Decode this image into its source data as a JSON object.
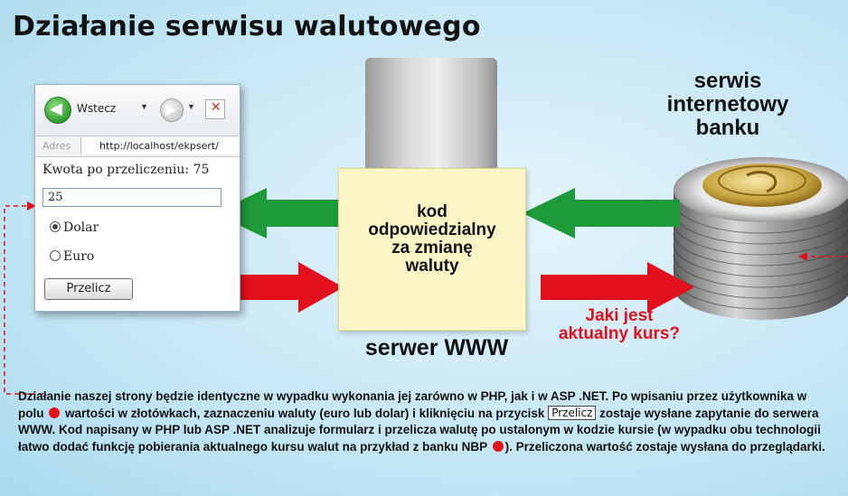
{
  "title": "Działanie serwisu walutowego",
  "colors": {
    "accent_red": "#e2101c",
    "arrow_green": "#1f9a3a",
    "code_box": "#fcf6c6",
    "background": "#bfe4f3"
  },
  "browser": {
    "back_label": "Wstecz",
    "address_label": "Adres",
    "address_value": "http://localhost/ekpsert/",
    "result_text": "Kwota po przeliczeniu: 75",
    "amount_value": "25",
    "radio_dollar": "Dolar",
    "radio_euro": "Euro",
    "convert_button": "Przelicz"
  },
  "server": {
    "code_lines": [
      "kod",
      "odpowiedzialny",
      "za zmianę",
      "waluty"
    ],
    "label": "serwer WWW"
  },
  "bank": {
    "label_lines": [
      "serwis",
      "internetowy",
      "banku"
    ]
  },
  "question_lines": [
    "Jaki jest",
    "aktualny kurs?"
  ],
  "description": {
    "part1": "Działanie naszej strony będzie identyczne w wypadku wykonania jej zarówno w PHP, jak i w ASP .NET. Po wpisaniu przez użytkownika w polu",
    "part2": "wartości w złotówkach, zaznaczeniu waluty (euro lub dolar) i kliknięciu na przycisk",
    "button": "Przelicz",
    "part3": "zostaje wysłane zapytanie do serwera WWW. Kod napisany w PHP lub ASP .NET analizuje formularz i przelicza walutę po ustalonym w kodzie kursie (w wypadku obu technologii łatwo dodać funkcję pobierania aktualnego kursu walut na przykład z banku NBP",
    "part4": "). Przeliczona wartość zostaje wysłana do przeglądarki."
  }
}
